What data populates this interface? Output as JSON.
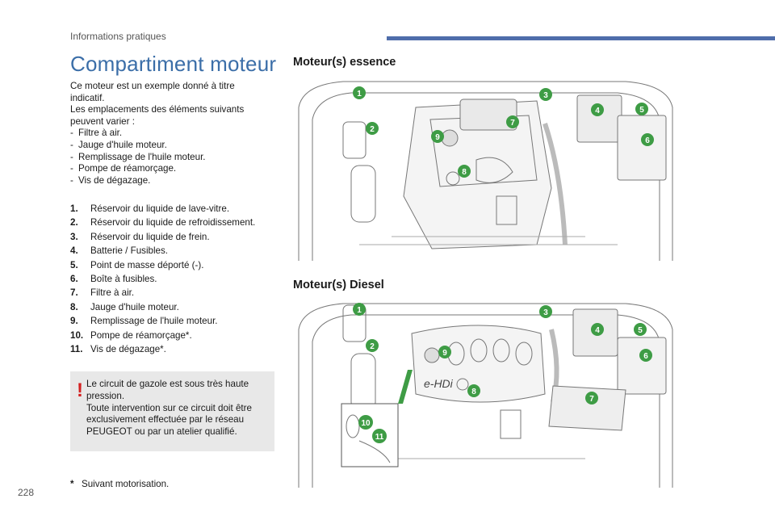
{
  "header": {
    "section": "Informations pratiques",
    "accent": "#4f6dab"
  },
  "title": "Compartiment moteur",
  "intro": {
    "p1": "Ce moteur est un exemple donné à titre indicatif.",
    "p2": "Les emplacements des éléments suivants peuvent varier :",
    "items": [
      "Filtre à air.",
      "Jauge d'huile moteur.",
      "Remplissage de l'huile moteur.",
      "Pompe de réamorçage.",
      "Vis de dégazage."
    ]
  },
  "legend": [
    {
      "num": "1.",
      "text": "Réservoir du liquide de lave-vitre."
    },
    {
      "num": "2.",
      "text": "Réservoir du liquide de refroidissement."
    },
    {
      "num": "3.",
      "text": "Réservoir du liquide de frein."
    },
    {
      "num": "4.",
      "text": "Batterie / Fusibles."
    },
    {
      "num": "5.",
      "text": "Point de masse déporté (-)."
    },
    {
      "num": "6.",
      "text": "Boîte à fusibles."
    },
    {
      "num": "7.",
      "text": "Filtre à air."
    },
    {
      "num": "8.",
      "text": "Jauge d'huile moteur."
    },
    {
      "num": "9.",
      "text": "Remplissage de l'huile moteur."
    },
    {
      "num": "10.",
      "text": "Pompe de réamorçage*."
    },
    {
      "num": "11.",
      "text": "Vis de dégazage*."
    }
  ],
  "warning": {
    "icon": "!",
    "color": "#d42020",
    "p1": "Le circuit de gazole est sous très haute pression.",
    "p2": "Toute intervention sur ce circuit doit être exclusivement effectuée par le réseau PEUGEOT ou par un atelier qualifié."
  },
  "footnote": {
    "star": "*",
    "text": "Suivant motorisation."
  },
  "page_number": "228",
  "essence": {
    "title": "Moteur(s) essence",
    "badges": [
      "1",
      "2",
      "3",
      "4",
      "5",
      "6",
      "7",
      "8",
      "9"
    ]
  },
  "diesel": {
    "title": "Moteur(s) Diesel",
    "engine_label": "e-HDi",
    "badges": [
      "1",
      "2",
      "3",
      "4",
      "5",
      "6",
      "7",
      "8",
      "9",
      "10",
      "11"
    ]
  },
  "badge_color": "#3e9c45"
}
